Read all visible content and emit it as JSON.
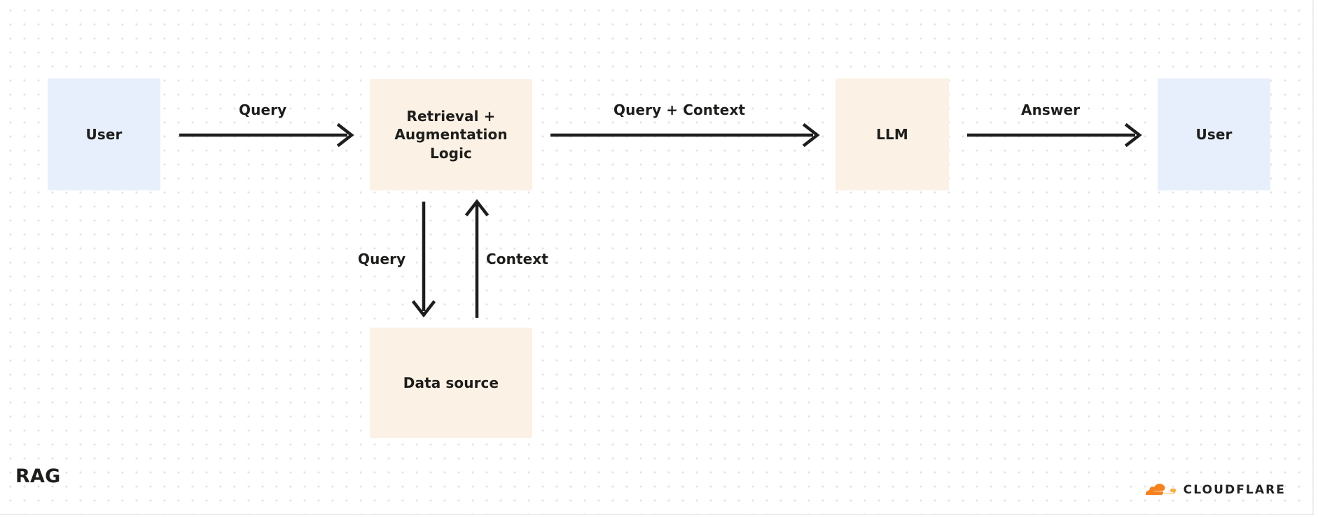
{
  "diagram": {
    "title": "RAG",
    "nodes": [
      {
        "id": "user-left",
        "label": "User",
        "style": "blue"
      },
      {
        "id": "retrieval",
        "label": "Retrieval + Augmentation Logic",
        "style": "cream"
      },
      {
        "id": "llm",
        "label": "LLM",
        "style": "cream"
      },
      {
        "id": "user-right",
        "label": "User",
        "style": "blue"
      },
      {
        "id": "datasource",
        "label": "Data source",
        "style": "cream"
      }
    ],
    "edges": [
      {
        "id": "edge-query",
        "label": "Query",
        "from": "user-left",
        "to": "retrieval",
        "direction": "right"
      },
      {
        "id": "edge-query-context",
        "label": "Query + Context",
        "from": "retrieval",
        "to": "llm",
        "direction": "right"
      },
      {
        "id": "edge-answer",
        "label": "Answer",
        "from": "llm",
        "to": "user-right",
        "direction": "right"
      },
      {
        "id": "edge-query-down",
        "label": "Query",
        "from": "retrieval",
        "to": "datasource",
        "direction": "down"
      },
      {
        "id": "edge-context-up",
        "label": "Context",
        "from": "datasource",
        "to": "retrieval",
        "direction": "up"
      }
    ],
    "colors": {
      "node_blue": "#e7effd",
      "node_cream": "#fcf1e5",
      "text": "#1d1d1b",
      "arrow": "#1d1d1d",
      "grid_dot": "#e4e4e6",
      "brand_orange": "#f6821f",
      "brand_orange_light": "#fbad41"
    }
  },
  "brand": {
    "name": "CLOUDFLARE",
    "icon": "cloudflare-cloud-icon"
  }
}
